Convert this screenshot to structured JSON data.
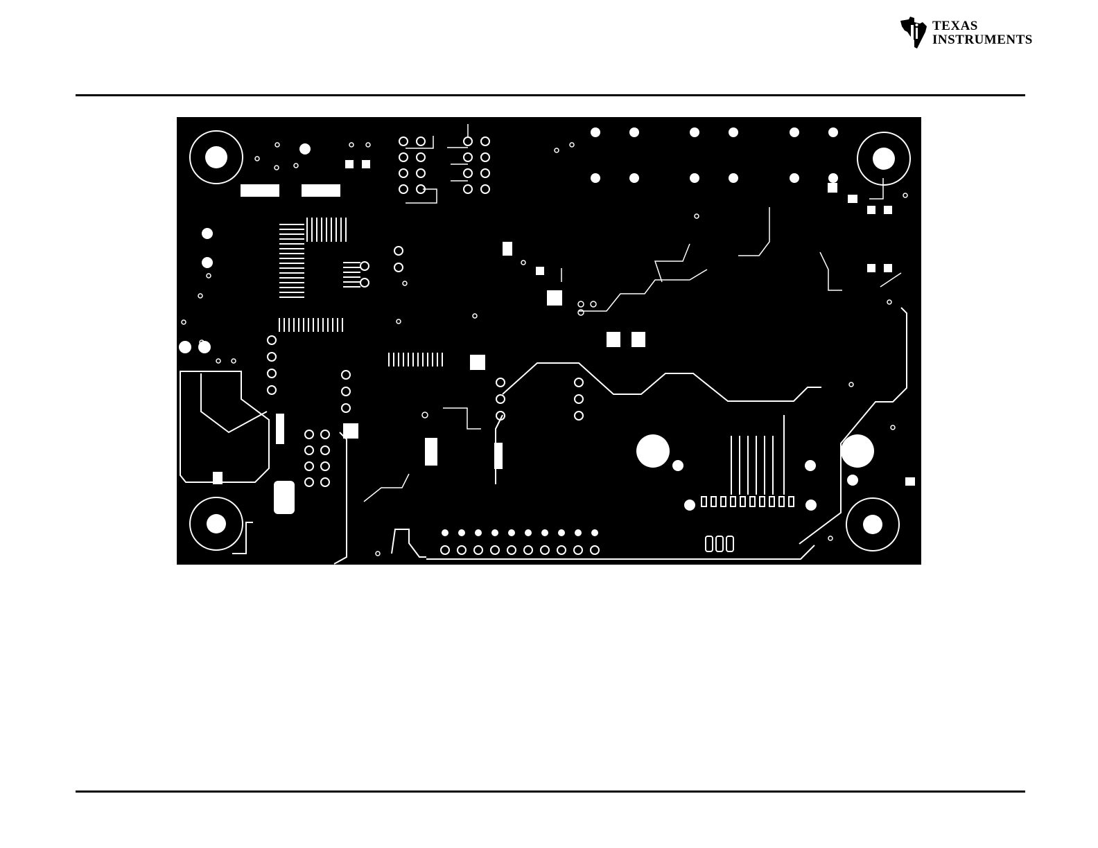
{
  "header": {
    "logo": {
      "line1": "Texas",
      "line2": "Instruments",
      "icon": "ti-logo-icon"
    }
  },
  "figure": {
    "type": "pcb-layout-layer",
    "colors": {
      "copper": "#000000",
      "background": "#ffffff"
    }
  }
}
